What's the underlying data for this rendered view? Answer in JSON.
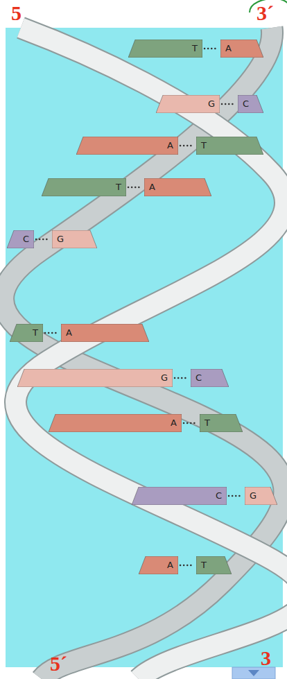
{
  "diagram": {
    "nodes": [
      {
        "text": [
          "T"
        ]
      },
      {
        "text": [
          "A"
        ]
      },
      {
        "text": [
          "G"
        ]
      },
      {
        "text": [
          "C"
        ]
      },
      {
        "text": [
          "A"
        ]
      },
      {
        "text": [
          "T"
        ]
      },
      {
        "text": [
          "T"
        ]
      },
      {
        "text": [
          "A"
        ]
      },
      {
        "text": [
          "C"
        ]
      },
      {
        "text": [
          "G"
        ]
      },
      {
        "text": [
          "T"
        ]
      },
      {
        "text": [
          "A"
        ]
      },
      {
        "text": [
          "G"
        ]
      },
      {
        "text": [
          "C"
        ]
      },
      {
        "text": [
          "A"
        ]
      },
      {
        "text": [
          "T"
        ]
      },
      {
        "text": [
          "C"
        ]
      },
      {
        "text": [
          "G"
        ]
      },
      {
        "text": [
          "A"
        ]
      },
      {
        "text": [
          "T"
        ]
      }
    ],
    "edges": [
      {
        "from": 0,
        "to": 1,
        "arrow": "none"
      },
      {
        "from": 2,
        "to": 3,
        "arrow": "none"
      },
      {
        "from": 4,
        "to": 5,
        "arrow": "none"
      },
      {
        "from": 6,
        "to": 7,
        "arrow": "none"
      },
      {
        "from": 8,
        "to": 9,
        "arrow": "none"
      },
      {
        "from": 10,
        "to": 11,
        "arrow": "none"
      },
      {
        "from": 12,
        "to": 13,
        "arrow": "none"
      },
      {
        "from": 14,
        "to": 15,
        "arrow": "none"
      },
      {
        "from": 16,
        "to": 17,
        "arrow": "none"
      },
      {
        "from": 18,
        "to": 19,
        "arrow": "none"
      }
    ],
    "labels": [
      "5",
      "3´",
      "3",
      "5´"
    ]
  }
}
